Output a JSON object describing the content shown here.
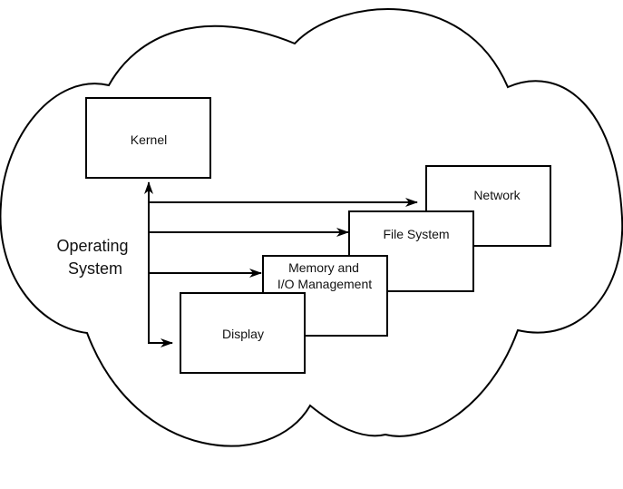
{
  "diagram": {
    "container_label": [
      "Operating",
      "System"
    ],
    "container_shape": "cloud",
    "stroke_color": "#000000",
    "background_color": "#ffffff",
    "hub": "Kernel",
    "components": [
      {
        "id": "kernel",
        "label": [
          "Kernel"
        ]
      },
      {
        "id": "network",
        "label": [
          "Network"
        ]
      },
      {
        "id": "file-system",
        "label": [
          "File System"
        ]
      },
      {
        "id": "memory-io",
        "label": [
          "Memory and",
          "I/O Management"
        ]
      },
      {
        "id": "display",
        "label": [
          "Display"
        ]
      }
    ],
    "connections": [
      {
        "from": "bus",
        "to": "kernel",
        "arrow": "up"
      },
      {
        "from": "bus",
        "to": "network",
        "arrow": "right"
      },
      {
        "from": "bus",
        "to": "file-system",
        "arrow": "right"
      },
      {
        "from": "bus",
        "to": "memory-io",
        "arrow": "right"
      },
      {
        "from": "bus",
        "to": "display",
        "arrow": "right"
      }
    ]
  }
}
